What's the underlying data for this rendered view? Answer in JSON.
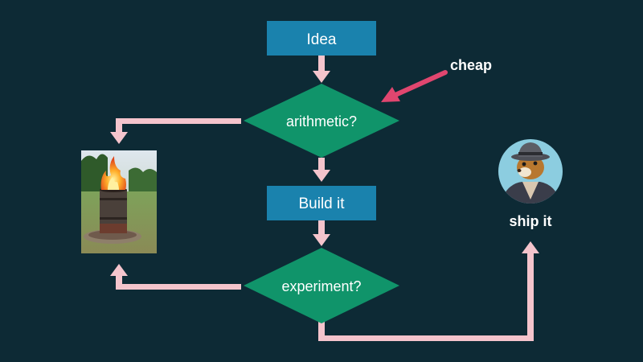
{
  "nodes": {
    "idea": "Idea",
    "arithmetic": "arithmetic?",
    "build": "Build it",
    "experiment": "experiment?",
    "ship": "ship it"
  },
  "annotations": {
    "cheap": "cheap"
  },
  "images": {
    "fire_barrel": "burning barrel photo",
    "squirrel": "squirrel mascot with hat avatar"
  },
  "colors": {
    "background": "#0d2a35",
    "box": "#1a82ad",
    "diamond": "#10946a",
    "flow_arrow": "#f4c4cc",
    "highlight_arrow": "#e0466f",
    "text": "#ffffff"
  }
}
